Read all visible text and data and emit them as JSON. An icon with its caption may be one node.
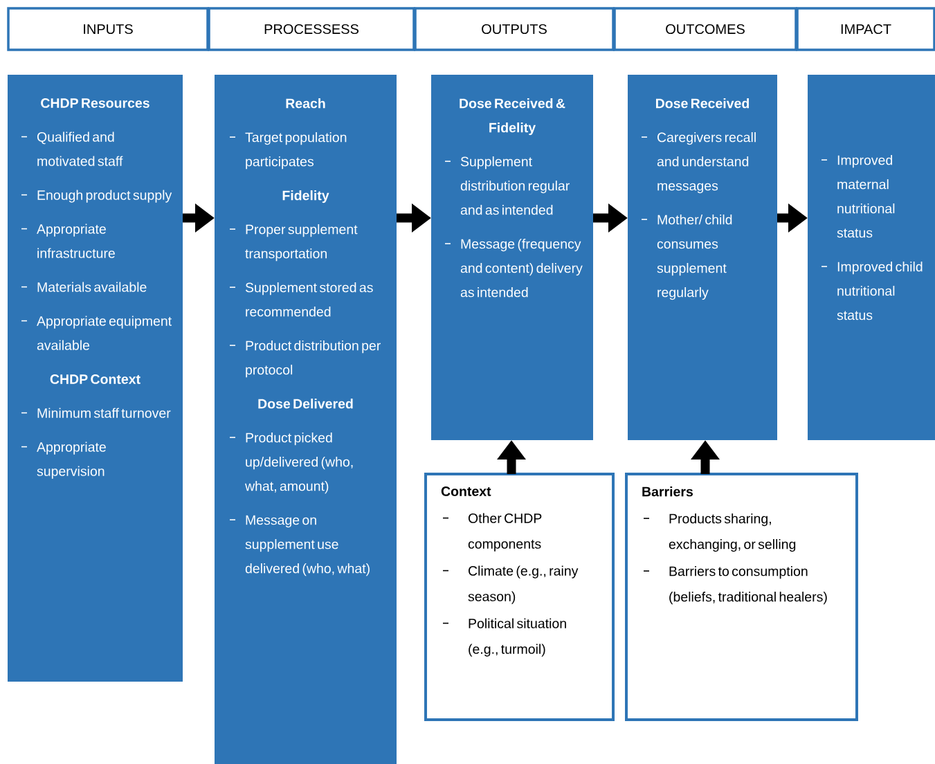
{
  "diagram": {
    "nodes": [
      {
        "text": [
          "INPUTS"
        ]
      },
      {
        "text": [
          "PROCESSESS"
        ]
      },
      {
        "text": [
          "OUTPUTS"
        ]
      },
      {
        "text": [
          "OUTCOMES"
        ]
      },
      {
        "text": [
          "IMPACT"
        ]
      },
      {
        "text": [
          "CHDP Resources",
          "Qualified and motivated staff",
          "Enough product supply",
          "Appropriate infrastructure",
          "Materials available",
          "Appropriate equipment available",
          "CHDP Context",
          "Minimum staff turnover",
          "Appropriate supervision"
        ]
      },
      {
        "text": [
          "Reach",
          "Target population participates",
          "Fidelity",
          "Proper supplement transportation",
          "Supplement stored as recommended",
          "Product distribution per protocol",
          "Dose Delivered",
          "Product picked up/delivered (who, what, amount)",
          "Message on supplement use delivered (who, what)"
        ]
      },
      {
        "text": [
          "Dose Received & Fidelity",
          "Supplement distribution regular and as intended",
          "Message (frequency and content) delivery as intended"
        ]
      },
      {
        "text": [
          "Dose Received",
          "Caregivers recall and understand messages",
          "Mother/ child consumes supplement regularly"
        ]
      },
      {
        "text": [
          "Improved maternal nutritional status",
          "Improved child nutritional status"
        ]
      },
      {
        "text": [
          "Context",
          "Other CHDP components",
          "Climate (e.g., rainy season)",
          "Political situation (e.g., turmoil)"
        ]
      },
      {
        "text": [
          "Barriers",
          "Products sharing, exchanging, or selling",
          "Barriers to consumption (beliefs, traditional healers)"
        ]
      }
    ],
    "edges": [
      {
        "from": 5,
        "to": 6,
        "arrow": "to"
      },
      {
        "from": 6,
        "to": 7,
        "arrow": "to"
      },
      {
        "from": 7,
        "to": 8,
        "arrow": "to"
      },
      {
        "from": 8,
        "to": 9,
        "arrow": "to"
      },
      {
        "from": 10,
        "to": 7,
        "arrow": "to"
      },
      {
        "from": 11,
        "to": 8,
        "arrow": "to"
      }
    ]
  }
}
